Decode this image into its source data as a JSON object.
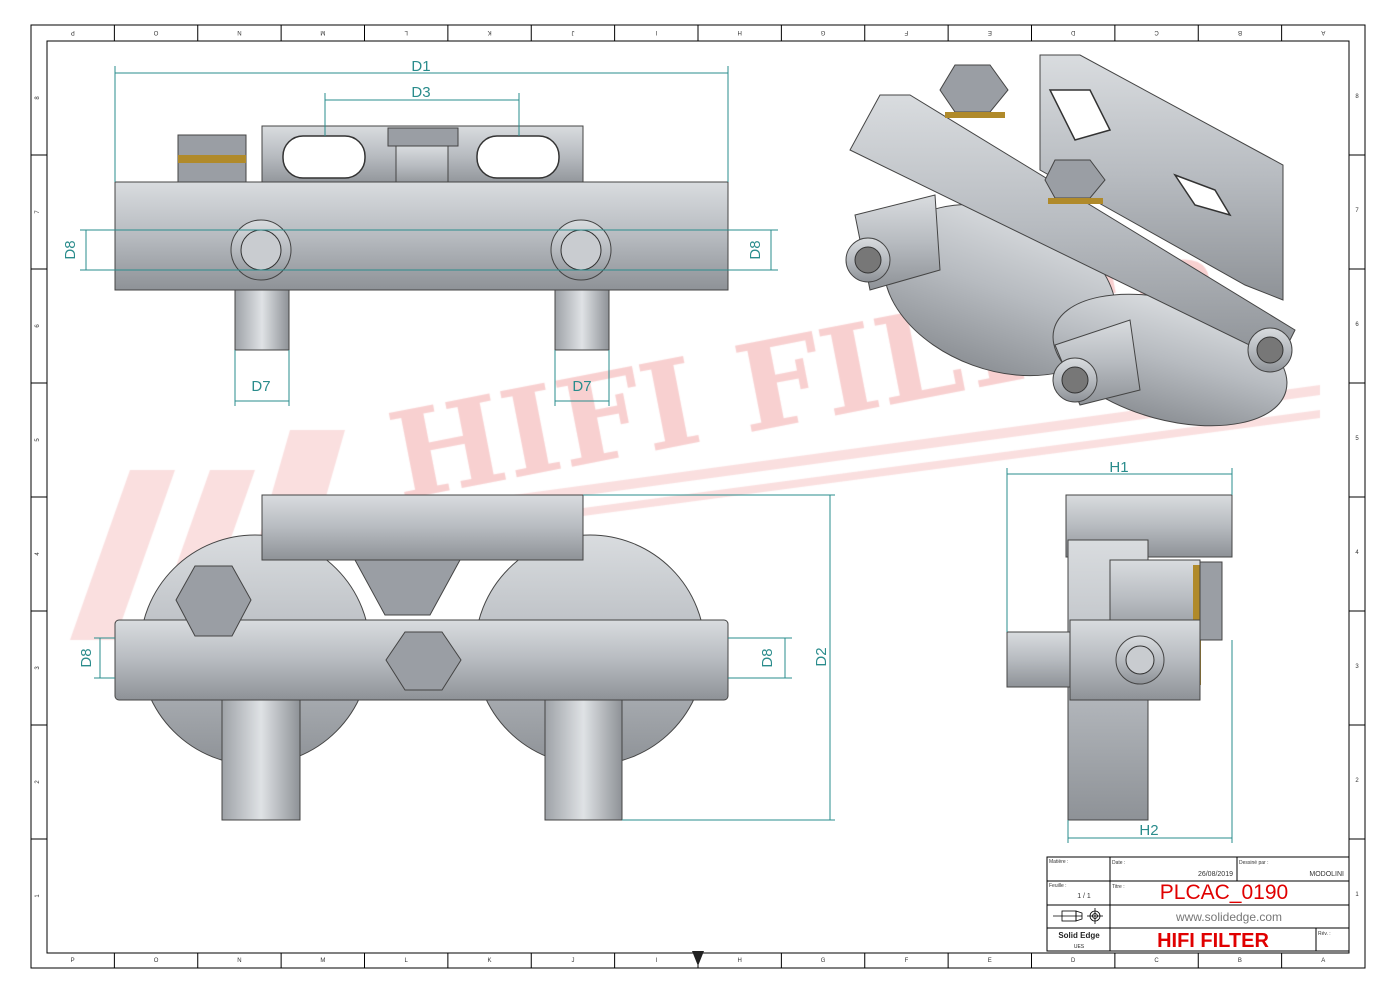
{
  "zones": {
    "columns": [
      "P",
      "O",
      "N",
      "M",
      "L",
      "K",
      "J",
      "I",
      "H",
      "G",
      "F",
      "E",
      "D",
      "C",
      "B",
      "A"
    ],
    "rows": [
      "8",
      "7",
      "6",
      "5",
      "4",
      "3",
      "2",
      "1"
    ]
  },
  "watermark": "HIFI FILTER",
  "dimensions": {
    "front": {
      "d1": "D1",
      "d3": "D3",
      "d8_left": "D8",
      "d8_right": "D8",
      "d7_left": "D7",
      "d7_right": "D7"
    },
    "top": {
      "d8_left": "D8",
      "d8_right": "D8",
      "d2": "D2"
    },
    "side": {
      "h1": "H1",
      "h2": "H2"
    }
  },
  "title_block": {
    "matiere_label": "Matière :",
    "date_label": "Date :",
    "date": "26/08/2019",
    "dessine_label": "Dessiné par :",
    "dessine": "MODOLINI",
    "feuille_label": "Feuille :",
    "feuille": "1 / 1",
    "titre_label": "Titre :",
    "titre": "PLCAC_0190",
    "website": "www.solidedge.com",
    "software": "Solid Edge",
    "software_sub": "UES",
    "company": "HIFI FILTER",
    "rev_label": "Rév. :"
  },
  "colors": {
    "dimension": "#2a8c8c",
    "title_red": "#e00000",
    "watermark": "#f4b8b8"
  }
}
